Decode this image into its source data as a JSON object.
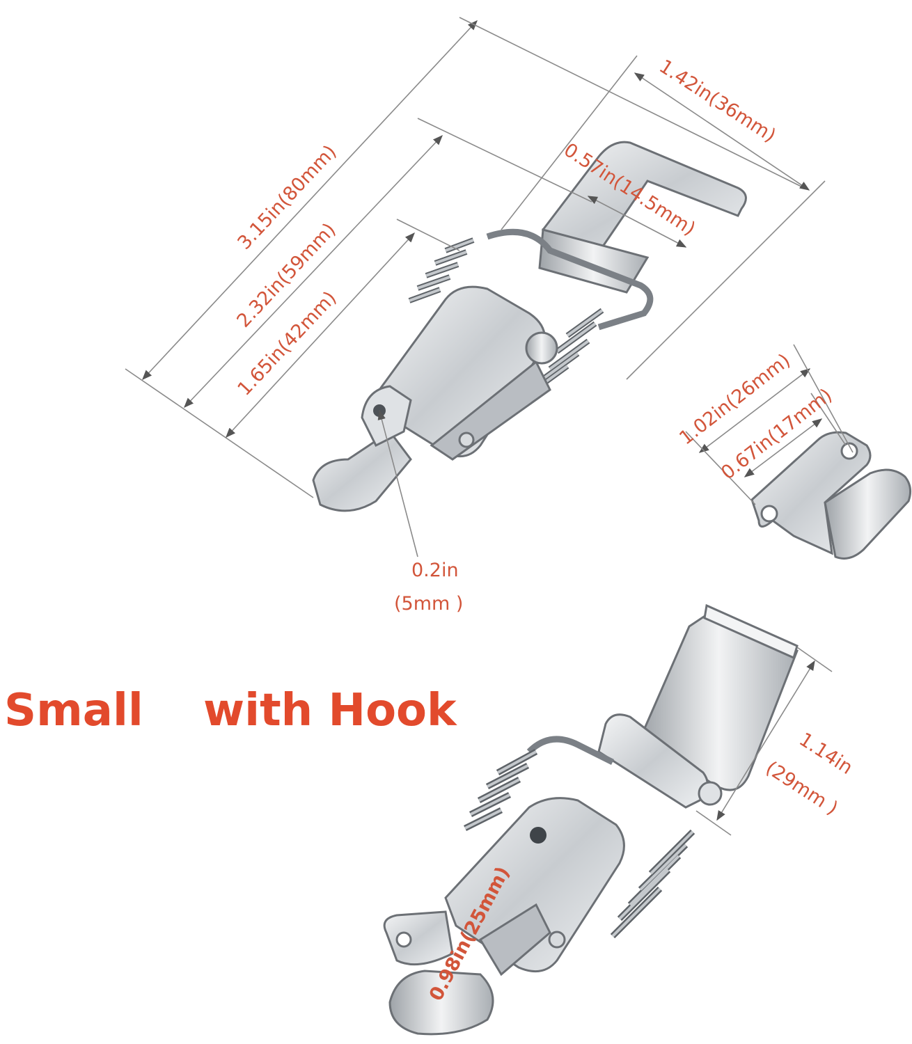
{
  "colors": {
    "dimension_text": "#d2553a",
    "caption": "#e24a2c",
    "dimension_line": "#8a8a8a",
    "metal_light": "#eceef0",
    "metal_mid": "#c7cbcf",
    "metal_dark": "#8c9197",
    "metal_outline": "#6c7075"
  },
  "dimensions": {
    "overall_length": "3.15in(80mm)",
    "mid_length": "2.32in(59mm)",
    "short_length": "1.65in(42mm)",
    "top_width": "1.42in(36mm)",
    "inner_width": "0.57in(14.5mm)",
    "hole_diameter_line1": "0.2in",
    "hole_diameter_line2": "(5mm )",
    "plate_width": "1.02in(26mm)",
    "plate_hole_spacing": "0.67in(17mm)",
    "hook_width_line1": "1.14in",
    "hook_width_line2": "(29mm )",
    "hook_length": "0.98in(25mm)"
  },
  "captions": {
    "left": "Small",
    "right": "with Hook"
  },
  "icons": {
    "latch_top": "toggle-latch-icon",
    "catch_plate": "catch-plate-icon",
    "latch_hook": "hook-latch-icon"
  }
}
